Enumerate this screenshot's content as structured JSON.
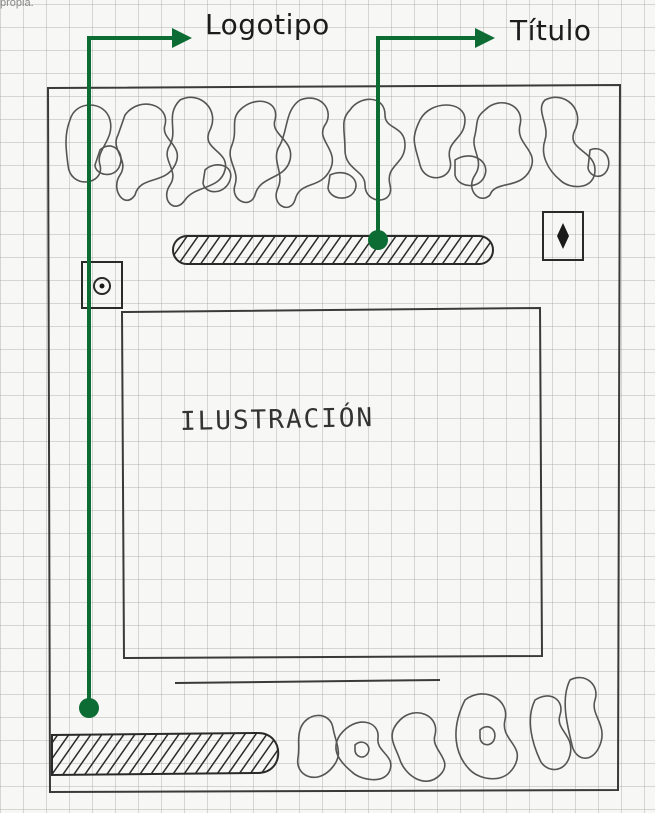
{
  "caption": "propia.",
  "annotations": {
    "logo": "Logotipo",
    "title": "Título"
  },
  "illustration_label": "ILUSTRACIÓN",
  "colors": {
    "arrow": "#0d6b34",
    "pencil": "#3a3a3a",
    "grid": "#9a9a9a"
  },
  "icons": {
    "logo_icon": "circle-dot-icon",
    "star_icon": "diamond-star-icon"
  }
}
